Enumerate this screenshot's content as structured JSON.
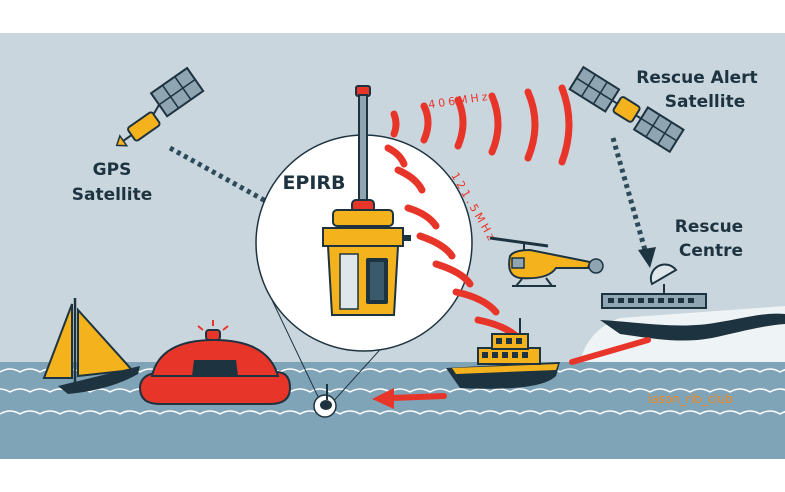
{
  "labels": {
    "gps_line1": "GPS",
    "gps_line2": "Satellite",
    "epirb": "EPIRB",
    "rescue_alert_line1": "Rescue Alert",
    "rescue_alert_line2": "Satellite",
    "rescue_centre_line1": "Rescue",
    "rescue_centre_line2": "Centre",
    "freq_406": "406MHz",
    "freq_121": "121.5MHz",
    "watermark": "iason_rib_club"
  },
  "colors": {
    "sky": "#cad6dd",
    "sea": "#7fa4b8",
    "sea_dark": "#6c93a8",
    "signal_red": "#e8352a",
    "beacon_yellow": "#f4b21d",
    "navy": "#1e3340",
    "dot_line": "#2d4a5a"
  },
  "icons": [
    "gps-satellite-icon",
    "rescue-alert-satellite-icon",
    "epirb-beacon-icon",
    "helicopter-icon",
    "lifeboat-icon",
    "sailboat-icon",
    "liferaft-icon",
    "rescue-centre-icon"
  ]
}
